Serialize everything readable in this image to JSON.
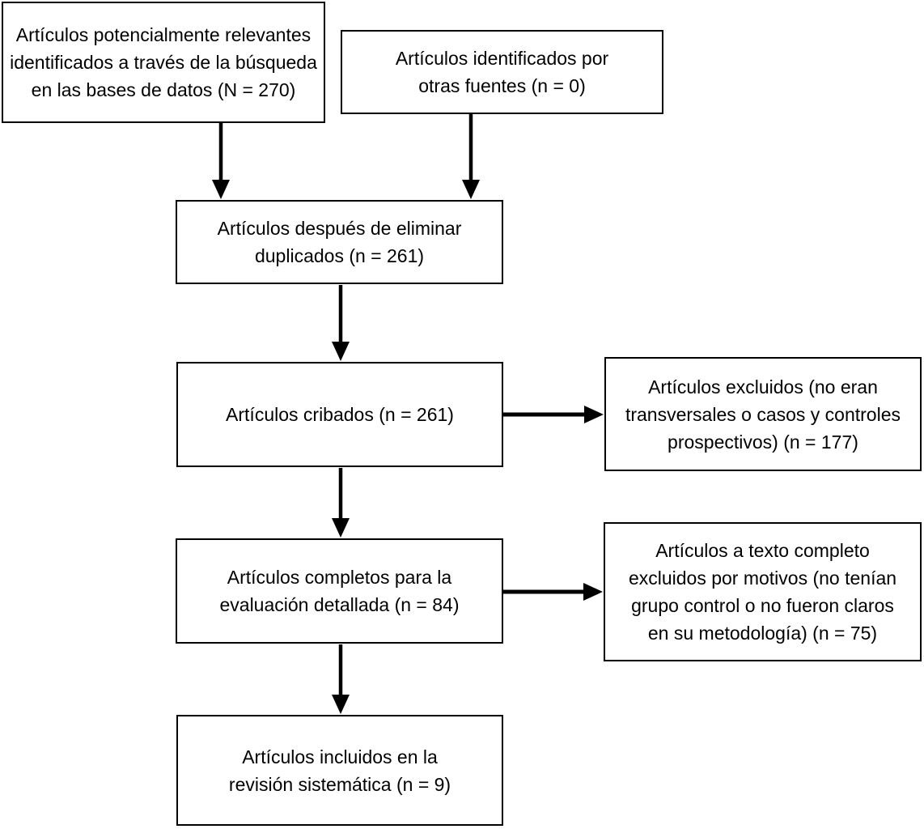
{
  "diagram": {
    "type": "prisma-flowchart",
    "language": "es",
    "colors": {
      "background": "#ffffff",
      "box_fill": "#ffffff",
      "box_border": "#000000",
      "text": "#000000",
      "arrow": "#000000"
    },
    "boxes": {
      "identified_databases": {
        "text": "Artículos potencialmente relevantes\nidentificados a través de la búsqueda\nen las bases de datos (N = 270)",
        "count": 270
      },
      "other_sources": {
        "text": "Artículos identificados por\notras fuentes (n = 0)",
        "count": 0
      },
      "after_duplicates": {
        "text": "Artículos después de eliminar\nduplicados (n = 261)",
        "count": 261
      },
      "screened": {
        "text": "Artículos cribados (n = 261)",
        "count": 261
      },
      "excluded_screening": {
        "text": "Artículos excluidos (no eran\ntransversales o casos y controles\nprospectivos) (n = 177)",
        "count": 177
      },
      "fulltext_assessed": {
        "text": "Artículos completos para la\nevaluación detallada (n = 84)",
        "count": 84
      },
      "fulltext_excluded": {
        "text": "Artículos a texto completo\nexcluidos por motivos (no tenían\ngrupo control o no fueron claros\nen su metodología) (n = 75)",
        "count": 75
      },
      "included": {
        "text": "Artículos incluidos en la\nrevisión sistemática (n = 9)",
        "count": 9
      }
    },
    "flows": [
      {
        "from": "identified_databases",
        "to": "after_duplicates"
      },
      {
        "from": "other_sources",
        "to": "after_duplicates"
      },
      {
        "from": "after_duplicates",
        "to": "screened"
      },
      {
        "from": "screened",
        "to": "excluded_screening"
      },
      {
        "from": "screened",
        "to": "fulltext_assessed"
      },
      {
        "from": "fulltext_assessed",
        "to": "fulltext_excluded"
      },
      {
        "from": "fulltext_assessed",
        "to": "included"
      }
    ]
  }
}
